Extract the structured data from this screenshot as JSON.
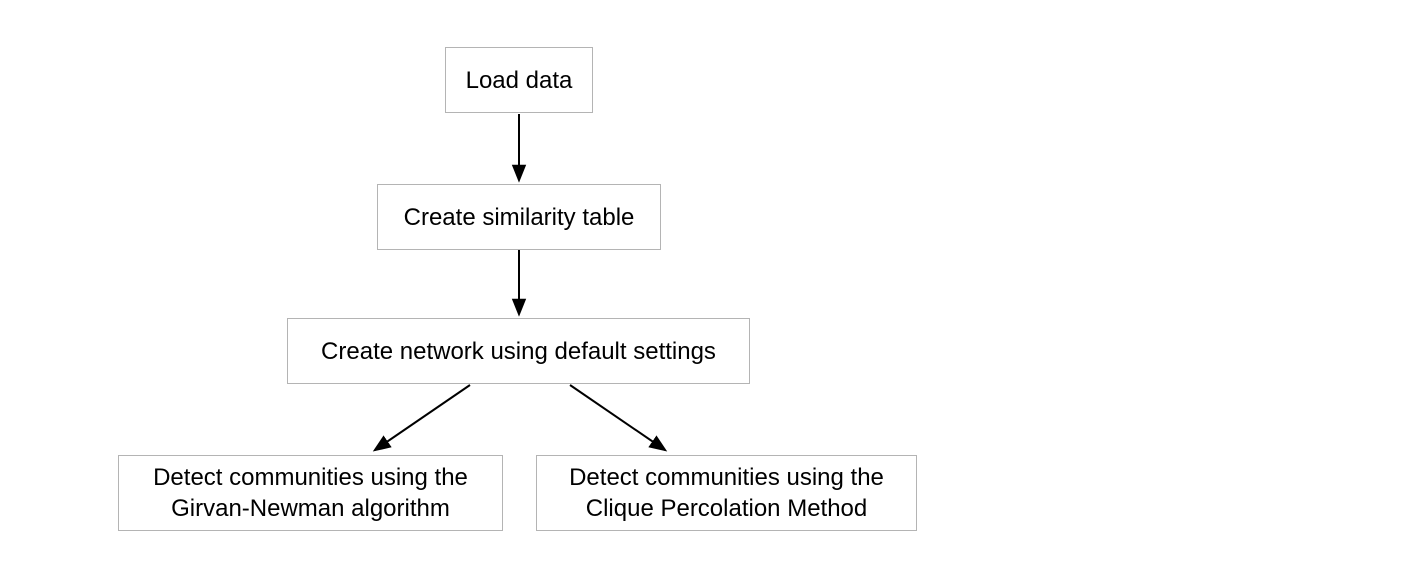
{
  "diagram": {
    "kind": "flowchart",
    "background_color": "#ffffff",
    "node_fill_color": "#ffffff",
    "node_border_color": "#b4b4b4",
    "node_text_color": "#000000",
    "arrow_color": "#000000",
    "nodes": [
      {
        "id": "load-data",
        "label": "Load data",
        "lines": [
          "Load data"
        ]
      },
      {
        "id": "create-similarity-table",
        "label": "Create similarity table",
        "lines": [
          "Create similarity table"
        ]
      },
      {
        "id": "create-network",
        "label": "Create network using default settings",
        "lines": [
          "Create network using default settings"
        ]
      },
      {
        "id": "detect-girvan-newman",
        "label": "Detect communities using the Girvan-Newman algorithm",
        "lines": [
          "Detect communities using the",
          "Girvan-Newman algorithm"
        ]
      },
      {
        "id": "detect-clique-percolation",
        "label": "Detect communities using the Clique Percolation Method",
        "lines": [
          "Detect communities using the",
          "Clique Percolation Method"
        ]
      }
    ],
    "edges": [
      {
        "from": "load-data",
        "to": "create-similarity-table"
      },
      {
        "from": "create-similarity-table",
        "to": "create-network"
      },
      {
        "from": "create-network",
        "to": "detect-girvan-newman"
      },
      {
        "from": "create-network",
        "to": "detect-clique-percolation"
      }
    ]
  }
}
